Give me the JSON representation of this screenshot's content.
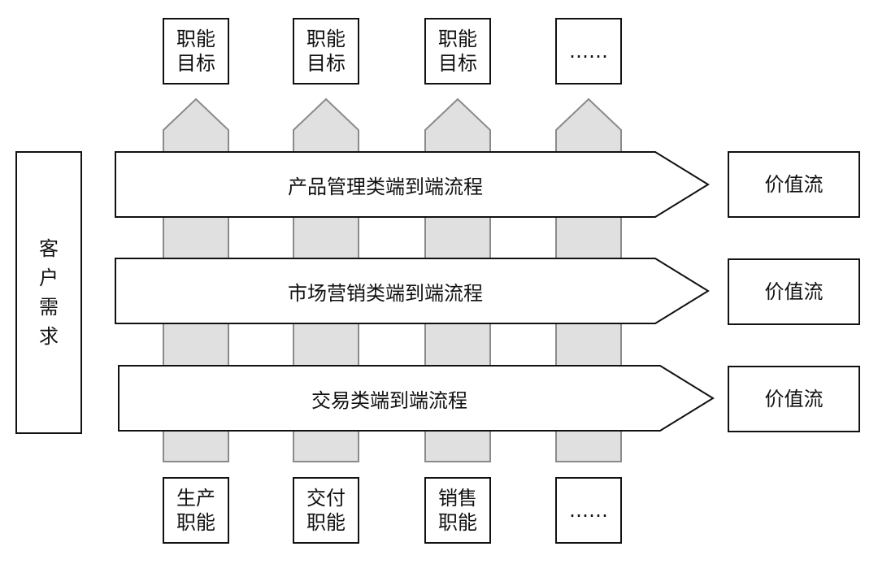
{
  "top_goals": [
    "职能\n目标",
    "职能\n目标",
    "职能\n目标",
    "……"
  ],
  "bottom_functions": [
    "生产\n职能",
    "交付\n职能",
    "销售\n职能",
    "……"
  ],
  "customer_needs": "客\n户\n需\n求",
  "processes": [
    "产品管理类端到端流程",
    "市场营销类端到端流程",
    "交易类端到端流程"
  ],
  "value_streams": [
    "价值流",
    "价值流",
    "价值流"
  ],
  "colors": {
    "stroke": "#111111",
    "pillar_fill": "#e0e0e0",
    "pillar_stroke": "#8a8a8a",
    "background": "#ffffff"
  }
}
